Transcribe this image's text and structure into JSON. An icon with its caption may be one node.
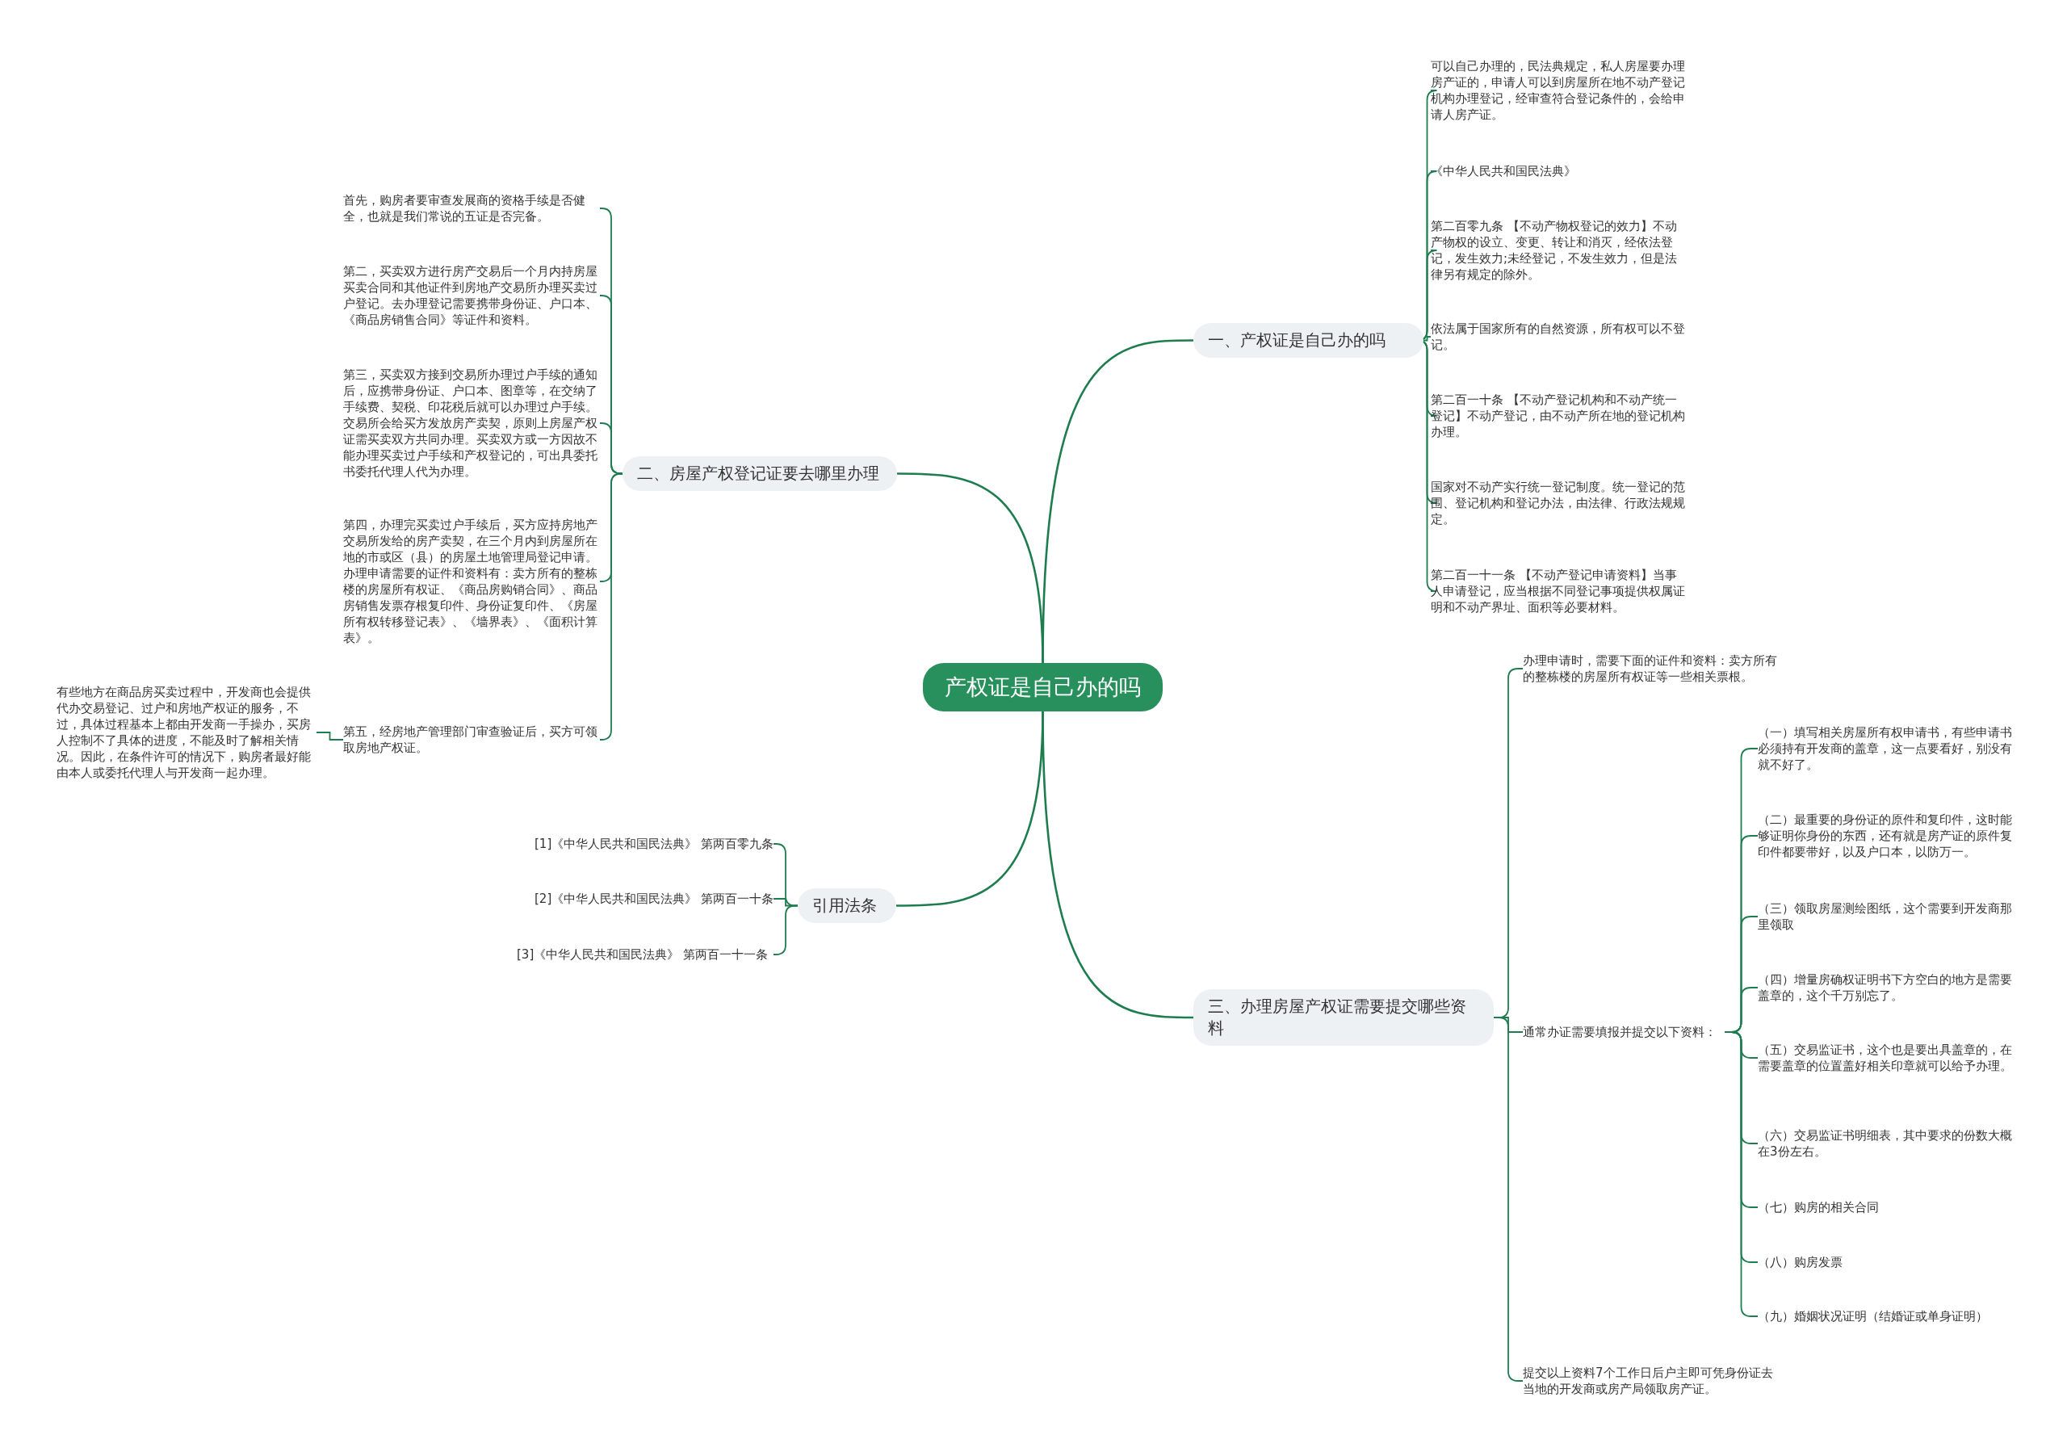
{
  "diagram": {
    "nodes": [
      {
        "text": [
          "产权证是自己办的吗"
        ]
      },
      {
        "text": [
          "一、产权证是自己办的吗"
        ]
      },
      {
        "text": [
          "可以自己办理的，民法典规定，私人房屋要办理房产证的，申请人可以到房屋所在地不动产登记机构办理登记，经审查符合登记条件的，会给申请人房产证。"
        ]
      },
      {
        "text": [
          "《中华人民共和国民法典》"
        ]
      },
      {
        "text": [
          "第二百零九条 【不动产物权登记的效力】不动产物权的设立、变更、转让和消灭，经依法登记，发生效力;未经登记，不发生效力，但是法律另有规定的除外。"
        ]
      },
      {
        "text": [
          "依法属于国家所有的自然资源，所有权可以不登记。"
        ]
      },
      {
        "text": [
          "第二百一十条 【不动产登记机构和不动产统一登记】不动产登记，由不动产所在地的登记机构办理。"
        ]
      },
      {
        "text": [
          "国家对不动产实行统一登记制度。统一登记的范围、登记机构和登记办法，由法律、行政法规规定。"
        ]
      },
      {
        "text": [
          "第二百一十一条 【不动产登记申请资料】当事人申请登记，应当根据不同登记事项提供权属证明和不动产界址、面积等必要材料。"
        ]
      },
      {
        "text": [
          "二、房屋产权登记证要去哪里办理"
        ]
      },
      {
        "text": [
          "首先，购房者要审查发展商的资格手续是否健全，也就是我们常说的五证是否完备。"
        ]
      },
      {
        "text": [
          "第二，买卖双方进行房产交易后一个月内持房屋买卖合同和其他证件到房地产交易所办理买卖过户登记。去办理登记需要携带身份证、户口本、《商品房销售合同》等证件和资料。"
        ]
      },
      {
        "text": [
          "第三，买卖双方接到交易所办理过户手续的通知后，应携带身份证、户口本、图章等，在交纳了手续费、契税、印花税后就可以办理过户手续。交易所会给买方发放房产卖契，原则上房屋产权证需买卖双方共同办理。买卖双方或一方因故不能办理买卖过户手续和产权登记的，可出具委托书委托代理人代为办理。"
        ]
      },
      {
        "text": [
          "第四，办理完买卖过户手续后，买方应持房地产交易所发给的房产卖契，在三个月内到房屋所在地的市或区（县）的房屋土地管理局登记申请。办理申请需要的证件和资料有：卖方所有的整栋楼的房屋所有权证、《商品房购销合同》、商品房销售发票存根复印件、身份证复印件、《房屋所有权转移登记表》、《墙界表》、《面积计算表》。"
        ]
      },
      {
        "text": [
          "第五，经房地产管理部门审查验证后，买方可领取房地产权证。"
        ]
      },
      {
        "text": [
          "有些地方在商品房买卖过程中，开发商也会提供代办交易登记、过户和房地产权证的服务，不过，具体过程基本上都由开发商一手操办，买房人控制不了具体的进度，不能及时了解相关情况。因此，在条件许可的情况下，购房者最好能由本人或委托代理人与开发商一起办理。"
        ]
      },
      {
        "text": [
          "三、办理房屋产权证需要提交哪些资料"
        ]
      },
      {
        "text": [
          "办理申请时，需要下面的证件和资料：卖方所有的整栋楼的房屋所有权证等一些相关票根。"
        ]
      },
      {
        "text": [
          "通常办证需要填报并提交以下资料："
        ]
      },
      {
        "text": [
          "（一）填写相关房屋所有权申请书，有些申请书必须持有开发商的盖章，这一点要看好，别没有就不好了。"
        ]
      },
      {
        "text": [
          "（二）最重要的身份证的原件和复印件，这时能够证明你身份的东西，还有就是房产证的原件复印件都要带好，以及户口本，以防万一。"
        ]
      },
      {
        "text": [
          "（三）领取房屋测绘图纸，这个需要到开发商那里领取"
        ]
      },
      {
        "text": [
          "（四）增量房确权证明书下方空白的地方是需要盖章的，这个千万别忘了。"
        ]
      },
      {
        "text": [
          "（五）交易监证书，这个也是要出具盖章的，在需要盖章的位置盖好相关印章就可以给予办理。"
        ]
      },
      {
        "text": [
          "（六）交易监证书明细表，其中要求的份数大概在3份左右。"
        ]
      },
      {
        "text": [
          "（七）购房的相关合同"
        ]
      },
      {
        "text": [
          "（八）购房发票"
        ]
      },
      {
        "text": [
          "（九）婚姻状况证明（结婚证或单身证明）"
        ]
      },
      {
        "text": [
          "提交以上资料7个工作日后户主即可凭身份证去当地的开发商或房产局领取房产证。"
        ]
      },
      {
        "text": [
          "引用法条"
        ]
      },
      {
        "text": [
          "[1]《中华人民共和国民法典》 第两百零九条"
        ]
      },
      {
        "text": [
          "[2]《中华人民共和国民法典》 第两百一十条"
        ]
      },
      {
        "text": [
          "[3]《中华人民共和国民法典》 第两百一十一条"
        ]
      }
    ],
    "edges": [
      {
        "from": 0,
        "to": 1,
        "arrow": "none"
      },
      {
        "from": 1,
        "to": 2,
        "arrow": "none"
      },
      {
        "from": 1,
        "to": 3,
        "arrow": "none"
      },
      {
        "from": 1,
        "to": 4,
        "arrow": "none"
      },
      {
        "from": 1,
        "to": 5,
        "arrow": "none"
      },
      {
        "from": 1,
        "to": 6,
        "arrow": "none"
      },
      {
        "from": 1,
        "to": 7,
        "arrow": "none"
      },
      {
        "from": 1,
        "to": 8,
        "arrow": "none"
      },
      {
        "from": 0,
        "to": 9,
        "arrow": "none"
      },
      {
        "from": 9,
        "to": 10,
        "arrow": "none"
      },
      {
        "from": 9,
        "to": 11,
        "arrow": "none"
      },
      {
        "from": 9,
        "to": 12,
        "arrow": "none"
      },
      {
        "from": 9,
        "to": 13,
        "arrow": "none"
      },
      {
        "from": 9,
        "to": 14,
        "arrow": "none"
      },
      {
        "from": 14,
        "to": 15,
        "arrow": "none"
      },
      {
        "from": 0,
        "to": 16,
        "arrow": "none"
      },
      {
        "from": 16,
        "to": 17,
        "arrow": "none"
      },
      {
        "from": 16,
        "to": 18,
        "arrow": "none"
      },
      {
        "from": 16,
        "to": 28,
        "arrow": "none"
      },
      {
        "from": 18,
        "to": 19,
        "arrow": "none"
      },
      {
        "from": 18,
        "to": 20,
        "arrow": "none"
      },
      {
        "from": 18,
        "to": 21,
        "arrow": "none"
      },
      {
        "from": 18,
        "to": 22,
        "arrow": "none"
      },
      {
        "from": 18,
        "to": 23,
        "arrow": "none"
      },
      {
        "from": 18,
        "to": 24,
        "arrow": "none"
      },
      {
        "from": 18,
        "to": 25,
        "arrow": "none"
      },
      {
        "from": 18,
        "to": 26,
        "arrow": "none"
      },
      {
        "from": 18,
        "to": 27,
        "arrow": "none"
      },
      {
        "from": 0,
        "to": 29,
        "arrow": "none"
      },
      {
        "from": 29,
        "to": 30,
        "arrow": "none"
      },
      {
        "from": 29,
        "to": 31,
        "arrow": "none"
      },
      {
        "from": 29,
        "to": 32,
        "arrow": "none"
      }
    ]
  }
}
